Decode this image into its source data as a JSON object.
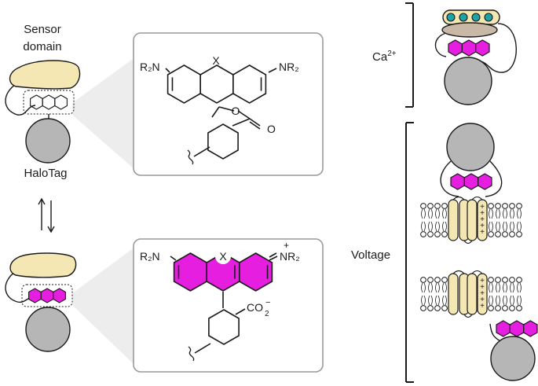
{
  "labels": {
    "sensor_line1": "Sensor",
    "sensor_line2": "domain",
    "halotag": "HaloTag",
    "calcium_base": "Ca",
    "calcium_sup": "2+",
    "voltage": "Voltage"
  },
  "closed_form": {
    "left_group": "R₂N",
    "right_group": "NR₂",
    "bridge_atom": "X",
    "ring_oxygen": "O",
    "carbonyl_oxygen": "O"
  },
  "open_form": {
    "left_group": "R₂N",
    "right_group": "NR₂",
    "charge": "+",
    "bridge_atom": "X",
    "carboxylate": "CO",
    "carboxylate_sub": "2",
    "carboxylate_sup": "−"
  },
  "voltage_charges": "+",
  "colors": {
    "magenta": "#e61ee0",
    "cream": "#f5e7b3",
    "grey": "#b6b6b6",
    "teal": "#1fa3a7",
    "tan": "#c9b8a6",
    "panel_border": "#9a9a9a"
  }
}
